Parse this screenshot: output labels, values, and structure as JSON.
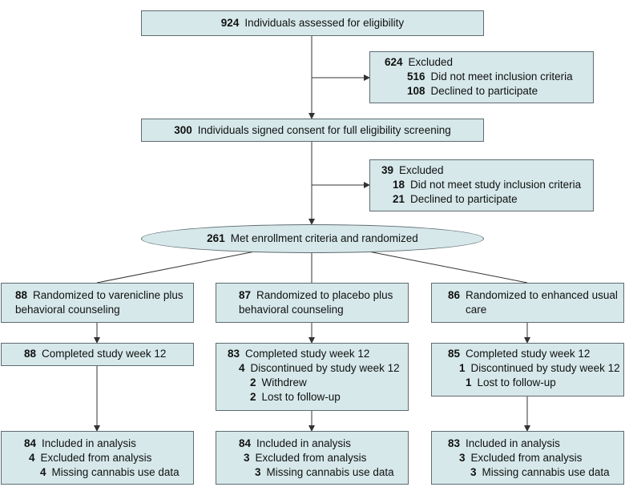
{
  "assessed": {
    "n": "924",
    "text": "Individuals assessed for eligibility"
  },
  "excluded1": {
    "n": "624",
    "text": "Excluded",
    "items": [
      {
        "n": "516",
        "text": "Did not meet inclusion criteria"
      },
      {
        "n": "108",
        "text": "Declined to participate"
      }
    ]
  },
  "consent": {
    "n": "300",
    "text": "Individuals signed consent for full eligibility screening"
  },
  "excluded2": {
    "n": "39",
    "text": "Excluded",
    "items": [
      {
        "n": "18",
        "text": "Did not meet study inclusion criteria"
      },
      {
        "n": "21",
        "text": "Declined to participate"
      }
    ]
  },
  "randomized": {
    "n": "261",
    "text": "Met enrollment criteria and randomized"
  },
  "arms": [
    {
      "randomized": {
        "n": "88",
        "line1": "Randomized to varenicline plus",
        "line2": "behavioral counseling"
      },
      "completed": {
        "n": "88",
        "text": "Completed study week 12"
      },
      "discontinued": null,
      "analysis": {
        "included": {
          "n": "84",
          "text": "Included in analysis"
        },
        "excluded": {
          "n": "4",
          "text": "Excluded from analysis"
        },
        "missing": {
          "n": "4",
          "text": "Missing cannabis use data"
        }
      }
    },
    {
      "randomized": {
        "n": "87",
        "line1": "Randomized to placebo plus",
        "line2": "behavioral counseling"
      },
      "completed": {
        "n": "83",
        "text": "Completed study week 12"
      },
      "discontinued": {
        "n": "4",
        "text": "Discontinued by study week 12",
        "items": [
          {
            "n": "2",
            "text": "Withdrew"
          },
          {
            "n": "2",
            "text": "Lost to follow-up"
          }
        ]
      },
      "analysis": {
        "included": {
          "n": "84",
          "text": "Included in analysis"
        },
        "excluded": {
          "n": "3",
          "text": "Excluded from analysis"
        },
        "missing": {
          "n": "3",
          "text": "Missing cannabis use data"
        }
      }
    },
    {
      "randomized": {
        "n": "86",
        "line1": "Randomized to enhanced usual",
        "line2": "care"
      },
      "completed": {
        "n": "85",
        "text": "Completed study week 12"
      },
      "discontinued": {
        "n": "1",
        "text": "Discontinued by study week 12",
        "items": [
          {
            "n": "1",
            "text": "Lost to follow-up"
          }
        ]
      },
      "analysis": {
        "included": {
          "n": "83",
          "text": "Included in analysis"
        },
        "excluded": {
          "n": "3",
          "text": "Excluded from analysis"
        },
        "missing": {
          "n": "3",
          "text": "Missing cannabis use data"
        }
      }
    }
  ]
}
